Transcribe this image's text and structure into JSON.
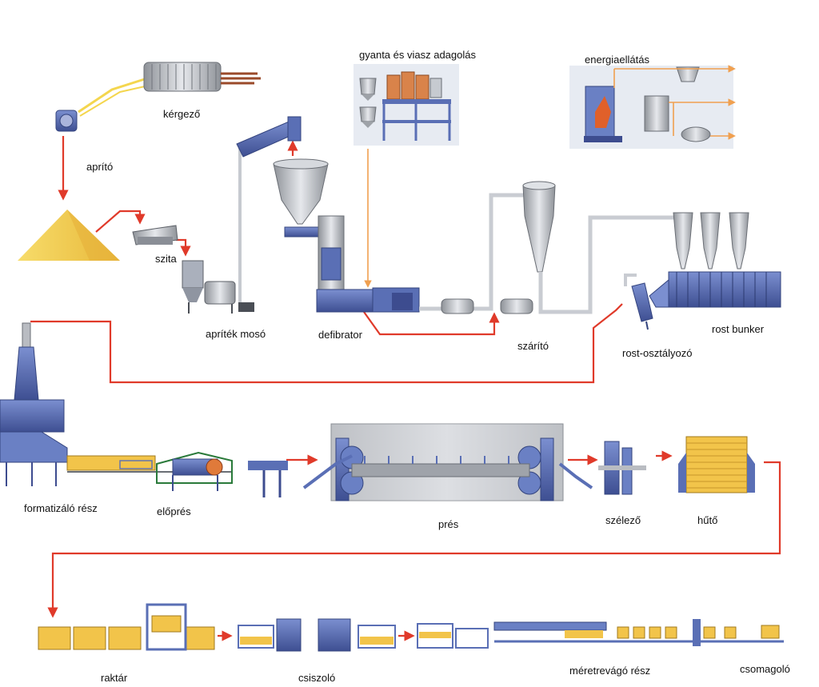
{
  "labels": {
    "kergezo": "kérgező",
    "aprito": "aprító",
    "szita": "szita",
    "apritek_moso": "apríték mosó",
    "defibrator": "defibrator",
    "gyanta": "gyanta és viasz adagolás",
    "energia": "energiaellátás",
    "szarito": "szárító",
    "rost_osztalyozo": "rost-osztályozó",
    "rost_bunker": "rost bunker",
    "formatizalo": "formatizáló rész",
    "elopres": "előprés",
    "pres": "prés",
    "szelezo": "szélező",
    "huto": "hűtő",
    "raktar": "raktár",
    "csiszolo": "csiszoló",
    "meretrevago": "méretrevágó rész",
    "csomagolo": "csomagoló"
  },
  "colors": {
    "flow": "#e03a2a",
    "machine_blue": "#5a6fb5",
    "machine_dark": "#34447e",
    "steel": "#b9bcc2",
    "board": "#f2c44a",
    "pile": "#f5d24a",
    "energy": "#f0a050",
    "pipe": "#c9ccd2"
  }
}
